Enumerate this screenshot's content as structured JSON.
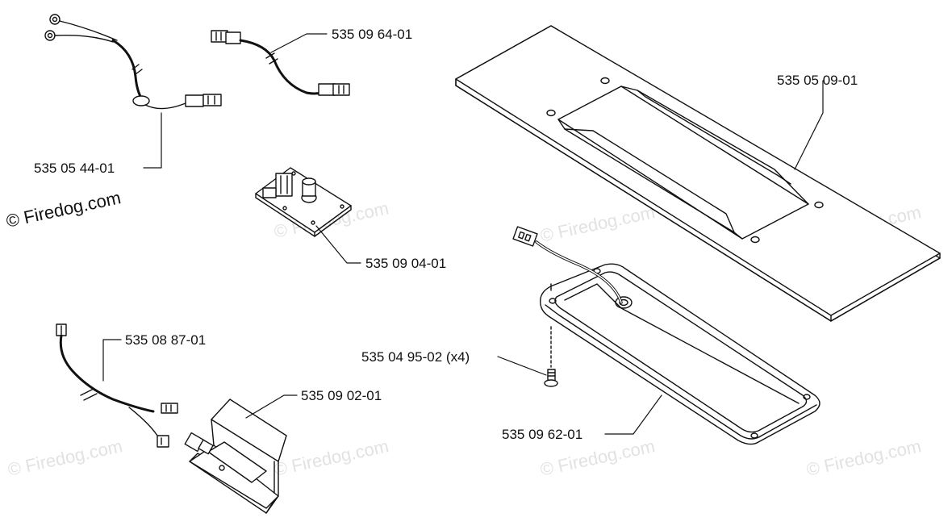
{
  "brand": "© Firedog.com",
  "watermark": "© Firedog.com",
  "parts": {
    "wire_harness_ring": "535 05 44-01",
    "wire_harness_short": "535 09 64-01",
    "circuit_board": "535 09 04-01",
    "wire_harness_long": "535 08 87-01",
    "switch_bracket": "535 09 02-01",
    "cover_plate": "535 05 09-01",
    "screw": "535 04 95-02 (x4)",
    "lamp_housing": "535 09 62-01"
  }
}
